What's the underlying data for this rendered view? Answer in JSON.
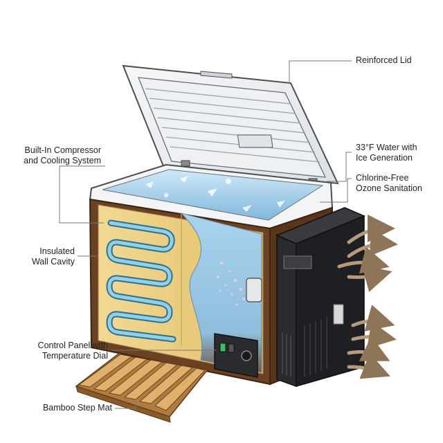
{
  "labels": {
    "reinforced_lid": "Reinforced Lid",
    "compressor_line1": "Built-In Compressor",
    "compressor_line2": "and Cooling System",
    "water_line1": "33°F Water with",
    "water_line2": "Ice Generation",
    "ozone_line1": "Chlorine-Free",
    "ozone_line2": "Ozone Sanitation",
    "insulated_line1": "Insulated",
    "insulated_line2": "Wall Cavity",
    "control_line1": "Control Panel with",
    "control_line2": "Temperature Dial",
    "bamboo_mat": "Bamboo Step Mat"
  },
  "colors": {
    "wood": "#6b4124",
    "insulation": "#e8c877",
    "coil": "#6fb7d6",
    "water": "#9fd0ee",
    "lid": "#eef0f2",
    "chiller": "#1e1f22",
    "bamboo": "#d9a865",
    "arrow": "#b79a7a"
  }
}
